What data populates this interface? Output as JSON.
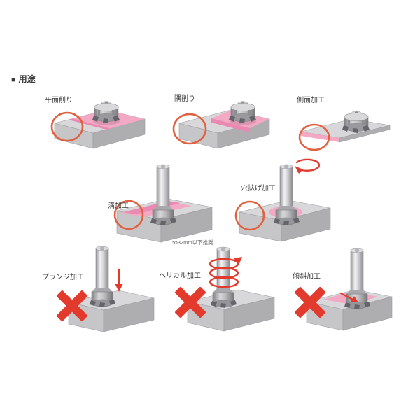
{
  "header": {
    "bullet": "■",
    "label": "用途"
  },
  "items": [
    {
      "id": "face-milling",
      "label": "平面削り",
      "allowed": true
    },
    {
      "id": "corner-milling",
      "label": "隅削り",
      "allowed": true
    },
    {
      "id": "side-milling",
      "label": "側面加工",
      "allowed": true
    },
    {
      "id": "slot-milling",
      "label": "溝加工",
      "allowed": true
    },
    {
      "id": "hole-enlarging",
      "label": "穴拡げ加工",
      "allowed": true
    },
    {
      "id": "plunge-milling",
      "label": "プランジ加工",
      "allowed": false
    },
    {
      "id": "helical-milling",
      "label": "ヘリカル加工",
      "allowed": false
    },
    {
      "id": "ramp-milling",
      "label": "傾斜加工",
      "allowed": false
    }
  ],
  "note": "*φ32mm以下推奨",
  "colors": {
    "accent-orange": "#e06040",
    "accent-red": "#e23b2e",
    "pink": "#f3a8c4",
    "pink-dark": "#ea89b2",
    "text": "#3a3a3a"
  }
}
